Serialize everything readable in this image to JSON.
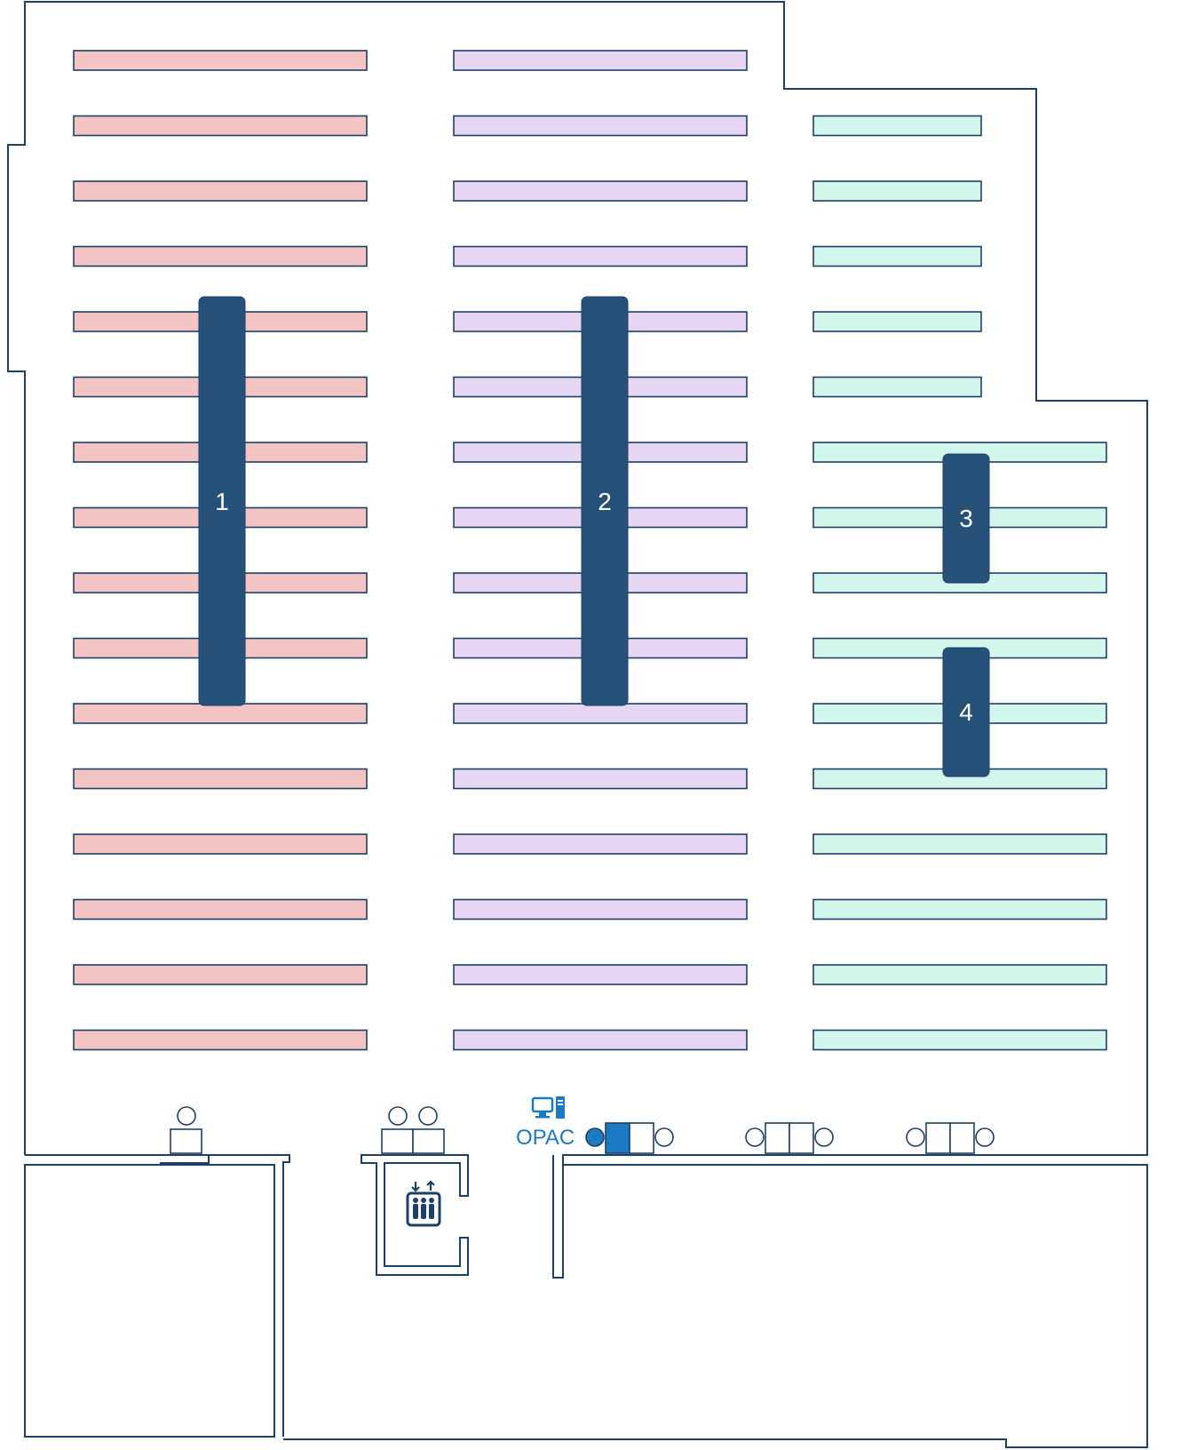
{
  "colors": {
    "wall": "#1e3f66",
    "shelf_section_1": "#f2c4c4",
    "shelf_section_2": "#e7d6f3",
    "shelf_section_3": "#d2f5ec",
    "marker": "#26527a",
    "opac": "#1b7ac2"
  },
  "shelf_rows": {
    "section_1": 16,
    "section_2": 16,
    "section_3": 15
  },
  "markers": [
    {
      "id": "marker-1",
      "label": "1"
    },
    {
      "id": "marker-2",
      "label": "2"
    },
    {
      "id": "marker-3",
      "label": "3"
    },
    {
      "id": "marker-4",
      "label": "4"
    }
  ],
  "opac": {
    "label": "OPAC",
    "icon": "computer-icon"
  },
  "elevator": {
    "icon": "elevator-icon"
  }
}
